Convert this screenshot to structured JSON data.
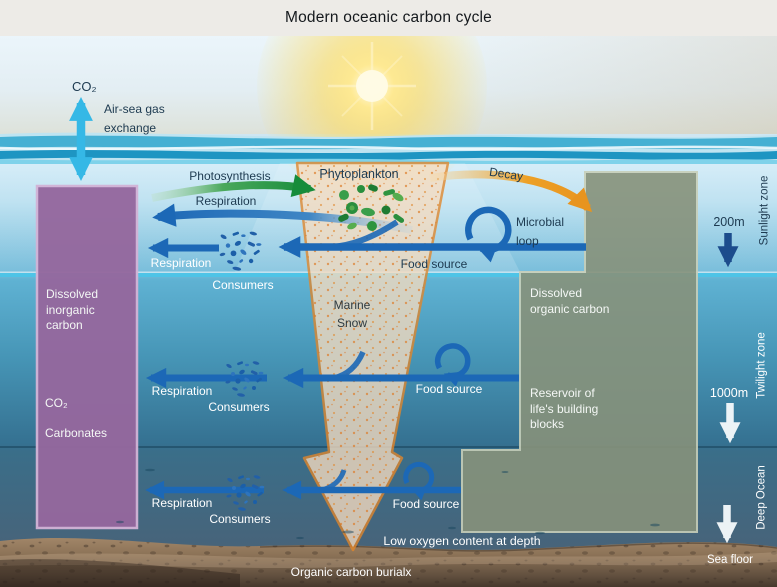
{
  "title": "Modern oceanic carbon cycle",
  "atmosphere": {
    "co2_label": "CO₂",
    "exchange_label": "Air-sea gas exchange"
  },
  "surface_labels": {
    "photosynthesis": "Photosynthesis",
    "respiration": "Respiration",
    "phytoplankton": "Phytoplankton",
    "decay": "Decay",
    "microbial_loop": "Microbial loop"
  },
  "funnel": {
    "label": "Marine Snow"
  },
  "boxes": {
    "inorganic": {
      "title": "Dissolved inorganic carbon",
      "item_co2": "CO₂",
      "item_carbonates": "Carbonates",
      "color": "#95689e"
    },
    "organic": {
      "title": "Dissolved organic carbon",
      "subtitle": "Reservoir of life's building blocks",
      "color": "#87927b"
    }
  },
  "food_web_rows": [
    {
      "respiration": "Respiration",
      "consumers": "Consumers",
      "food_source": "Food source"
    },
    {
      "respiration": "Respiration",
      "consumers": "Consumers",
      "food_source": "Food source"
    },
    {
      "respiration": "Respiration",
      "consumers": "Consumers",
      "food_source": "Food source"
    }
  ],
  "zones": [
    {
      "name": "Sunlight zone",
      "depth_marker": "200m"
    },
    {
      "name": "Twilight zone",
      "depth_marker": "1000m"
    },
    {
      "name": "Deep Ocean",
      "depth_marker": "Sea floor"
    }
  ],
  "deep_labels": {
    "low_oxygen": "Low oxygen content at depth",
    "burial": "Organic carbon burialx"
  },
  "palette": {
    "arrow_blue": "#1c68b6",
    "arrow_green": "#168c3a",
    "arrow_orange": "#e8941f",
    "arrow_cyan": "#35b8e6",
    "arrow_navy": "#1c4c8c",
    "divider_cyan": "#49c6e9",
    "seafloor_brown": "#8a7156"
  }
}
